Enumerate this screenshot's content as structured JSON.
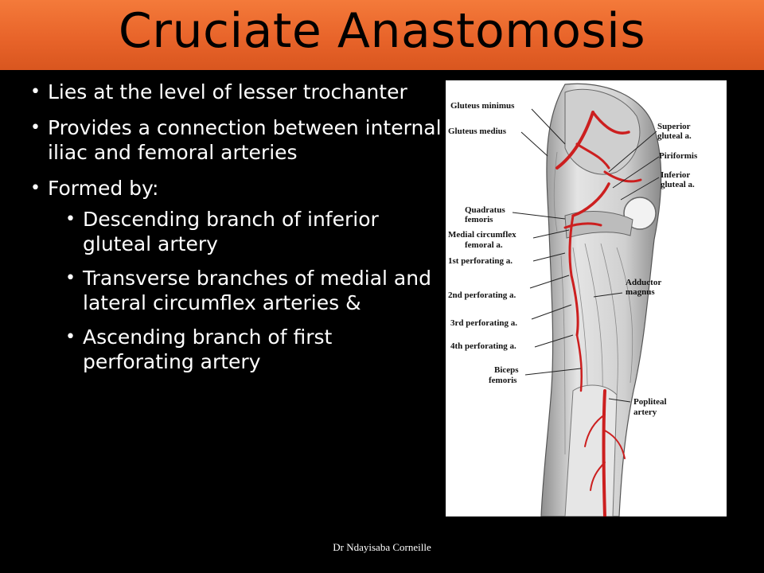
{
  "slide": {
    "title": "Cruciate Anastomosis",
    "footer": "Dr Ndayisaba Corneille"
  },
  "bullets": [
    {
      "text": "Lies at the level of lesser trochanter",
      "level": 1
    },
    {
      "text": "Provides a connection between internal iliac and femoral arteries",
      "level": 1
    },
    {
      "text": "Formed by:",
      "level": 1
    },
    {
      "text": "Descending branch of inferior gluteal artery",
      "level": 2
    },
    {
      "text": "Transverse branches of medial and lateral circumflex arteries &",
      "level": 2
    },
    {
      "text": "Ascending branch of first perforating artery",
      "level": 2
    }
  ],
  "figure": {
    "labels": {
      "gluteus_minimus": "Gluteus minimus",
      "gluteus_medius": "Gluteus medius",
      "superior_gluteal_1": "Superior",
      "superior_gluteal_2": "gluteal a.",
      "piriformis": "Piriformis",
      "inferior_gluteal_1": "Inferior",
      "inferior_gluteal_2": "gluteal a.",
      "quadratus_1": "Quadratus",
      "quadratus_2": "femoris",
      "medial_circ_1": "Medial circumflex",
      "medial_circ_2": "femoral a.",
      "perf_1": "1st perforating a.",
      "perf_2": "2nd perforating a.",
      "perf_3": "3rd perforating a.",
      "perf_4": "4th perforating a.",
      "adductor_1": "Adductor",
      "adductor_2": "magnus",
      "biceps_1": "Biceps",
      "biceps_2": "femoris",
      "popliteal_1": "Popliteal",
      "popliteal_2": "artery"
    },
    "colors": {
      "artery": "#cc1f1f",
      "muscle": "#d9d9d9",
      "muscle_dark": "#9a9a9a"
    }
  }
}
